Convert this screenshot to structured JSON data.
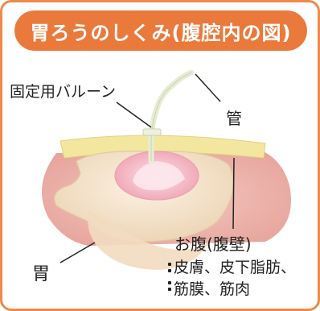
{
  "title": "胃ろうのしくみ(腹腔内の図)",
  "labels": {
    "balloon": "固定用バルーン",
    "tube": "管",
    "stomach": "胃",
    "abdomen": "お腹(腹壁)",
    "abdomen_detail_1": "皮膚、皮下脂肪、",
    "abdomen_detail_2": "筋膜、筋肉"
  },
  "colors": {
    "title_bg": "#ea7a3c",
    "border": "#ef8a4a",
    "stomach": "#f6e5cf",
    "belly_wall": "#f3e7a0",
    "balloon_inner": "#f4bfc8",
    "background_tissue": "#e9a8a0"
  }
}
